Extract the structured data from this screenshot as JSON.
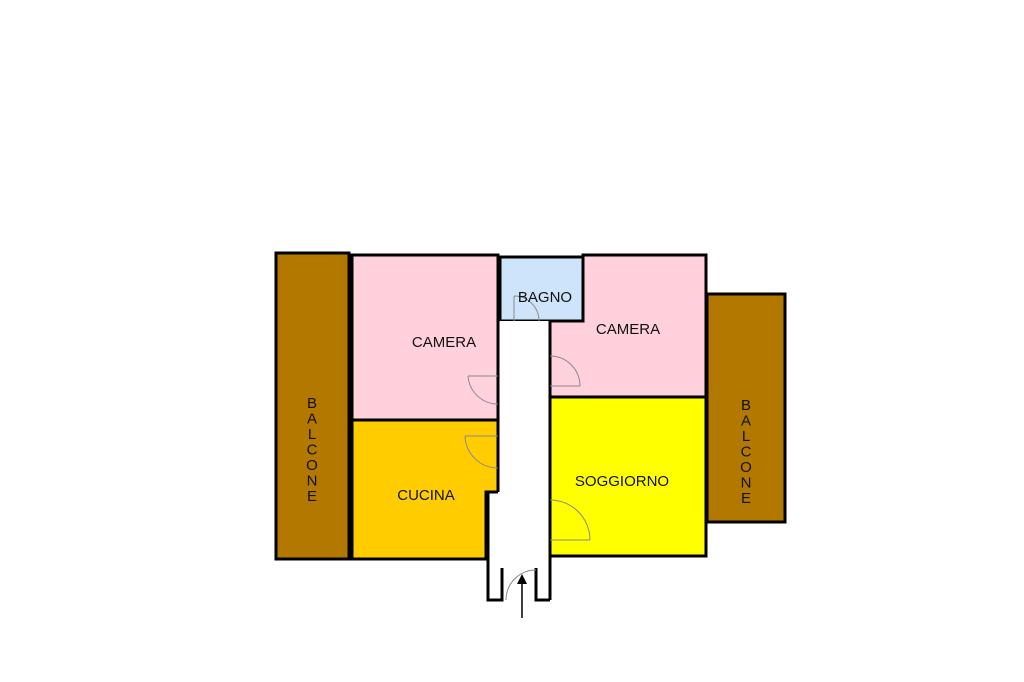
{
  "rooms": {
    "balcone_left": {
      "label": "BALCONE",
      "color": "#b27800"
    },
    "camera_left": {
      "label": "CAMERA",
      "color": "#ffd1dc"
    },
    "bagno": {
      "label": "BAGNO",
      "color": "#cde4fa"
    },
    "camera_right": {
      "label": "CAMERA",
      "color": "#ffd1dc"
    },
    "balcone_right": {
      "label": "BALCONE",
      "color": "#b27800"
    },
    "cucina": {
      "label": "CUCINA",
      "color": "#ffcc00"
    },
    "soggiorno": {
      "label": "SOGGIORNO",
      "color": "#ffff00"
    },
    "corridor": {
      "color": "#ffffff"
    }
  },
  "entrance": {
    "icon": "entrance-arrow-icon"
  }
}
